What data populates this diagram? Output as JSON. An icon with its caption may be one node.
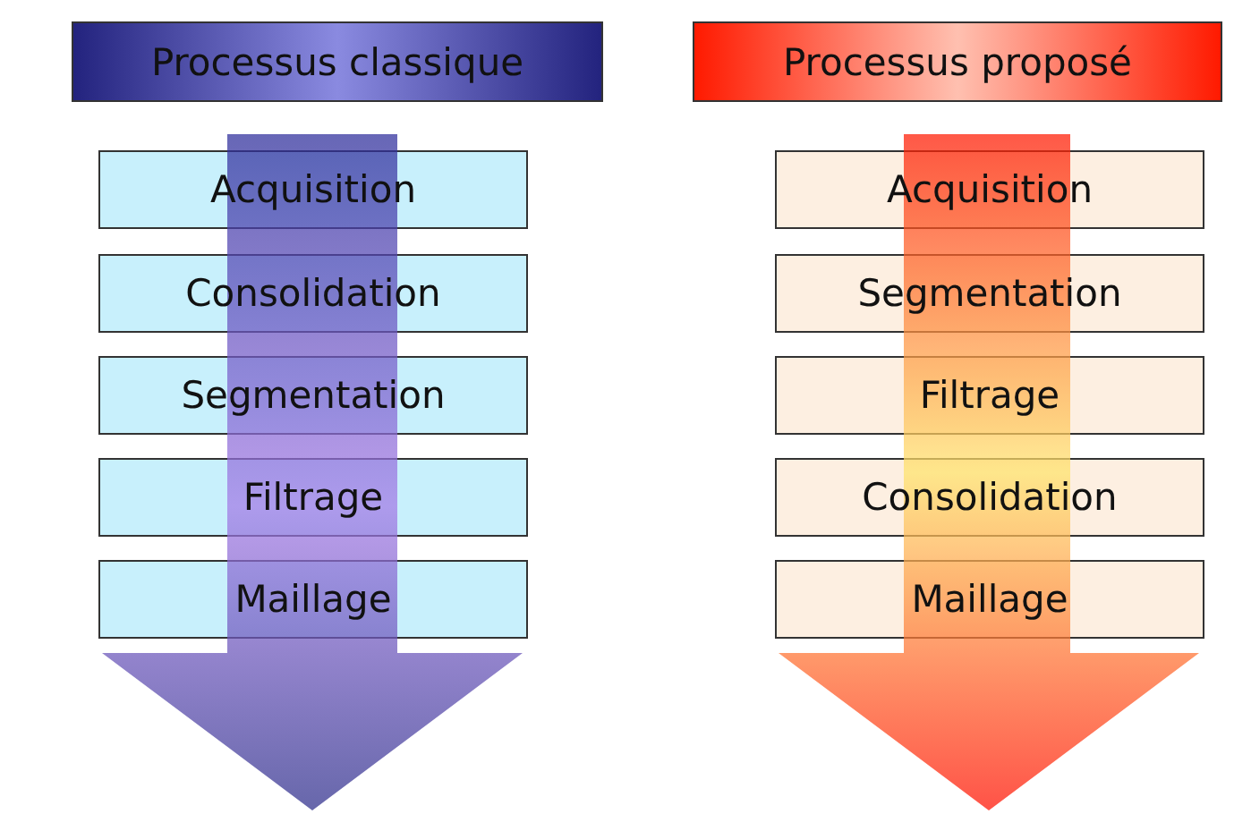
{
  "diagram": {
    "nodes": [
      {
        "text": [
          "Processus classique"
        ]
      },
      {
        "text": [
          "Acquisition"
        ]
      },
      {
        "text": [
          "Consolidation"
        ]
      },
      {
        "text": [
          "Segmentation"
        ]
      },
      {
        "text": [
          "Filtrage"
        ]
      },
      {
        "text": [
          "Maillage"
        ]
      },
      {
        "text": [
          "Processus proposé"
        ]
      },
      {
        "text": [
          "Acquisition"
        ]
      },
      {
        "text": [
          "Segmentation"
        ]
      },
      {
        "text": [
          "Filtrage"
        ]
      },
      {
        "text": [
          "Consolidation"
        ]
      },
      {
        "text": [
          "Maillage"
        ]
      }
    ]
  }
}
